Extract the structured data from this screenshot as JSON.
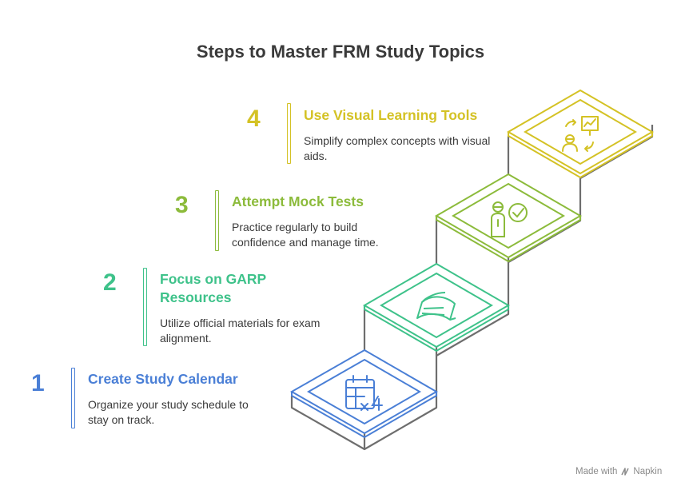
{
  "title": "Steps to Master FRM Study Topics",
  "steps": [
    {
      "number": "1",
      "heading": "Create Study Calendar",
      "description": "Organize your study schedule to stay on track.",
      "color": "#4a7fd6",
      "icon": "calendar-icon"
    },
    {
      "number": "2",
      "heading": "Focus on GARP Resources",
      "description": "Utilize official materials for exam alignment.",
      "color": "#3ec28a",
      "icon": "book-icon"
    },
    {
      "number": "3",
      "heading": "Attempt Mock Tests",
      "description": "Practice regularly to build confidence and manage time.",
      "color": "#8cbb3b",
      "icon": "test-taker-icon"
    },
    {
      "number": "4",
      "heading": "Use Visual Learning Tools",
      "description": "Simplify complex concepts with visual aids.",
      "color": "#d4c225",
      "icon": "presentation-icon"
    }
  ],
  "footer": {
    "made_with": "Made with",
    "brand": "Napkin"
  }
}
